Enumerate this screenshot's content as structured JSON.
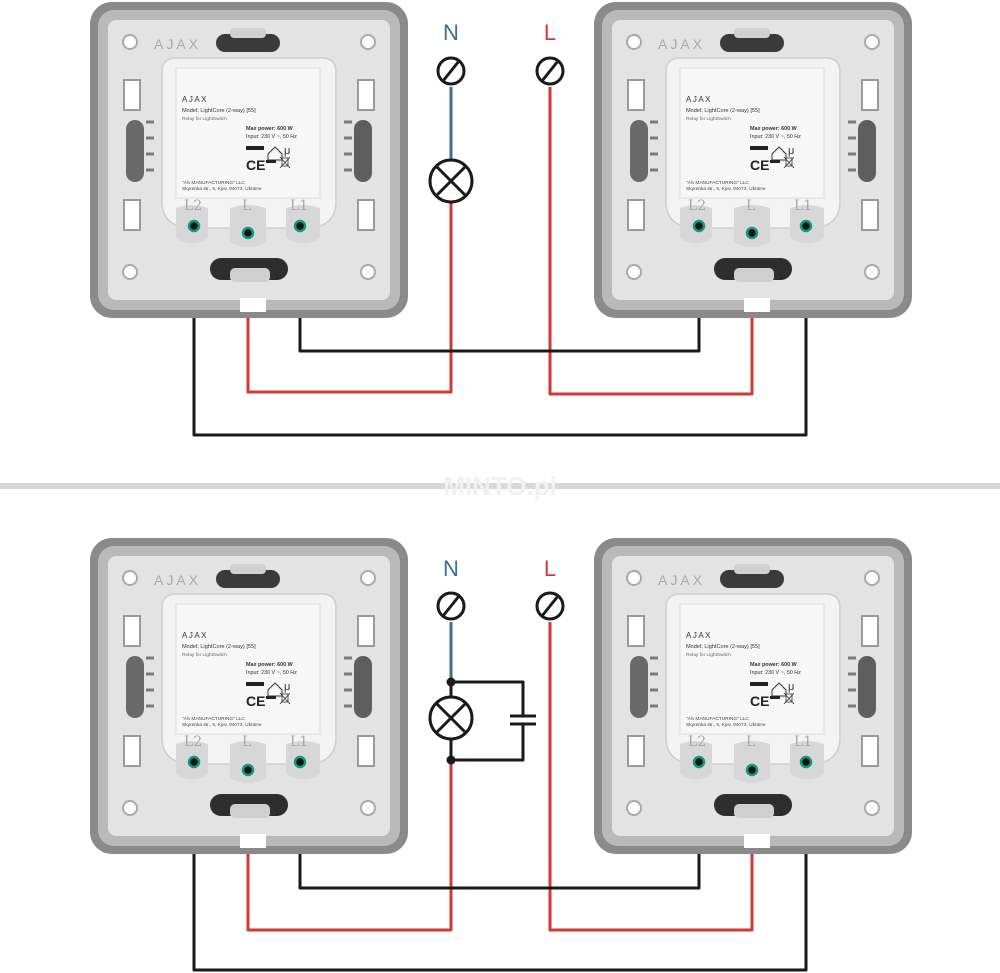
{
  "colors": {
    "neutral_wire": "#3d6f96",
    "live_wire": "#d23a33",
    "black_wire": "#1a1a1a",
    "frame_outer": "#8a8a8a",
    "frame_inner": "#b9b9b9",
    "plate": "#e3e3e3",
    "module": "#f3f3f3",
    "terminal_ring": "#0f9a82",
    "divider": "#d8d8d8"
  },
  "supply": {
    "neutral_label": "N",
    "live_label": "L"
  },
  "device": {
    "brand": "AJAX",
    "model_line": "Model: LightCore (2-way) [55]",
    "subtitle": "Relay for LightSwitch",
    "max_power": "Max power: 600 W",
    "input": "Input: 230 V ~, 50 Hz",
    "ce_mark": "CE",
    "micro_mark": "μ",
    "manufacturer": "“AS MANUFACTURING” LLC",
    "address": "Skyrenka str., 5, Kyiv, 04073, Ukraine",
    "terminals": [
      "L2",
      "L",
      "L1"
    ]
  },
  "watermark": "MINTO.pl",
  "diagrams": [
    {
      "name": "without-capacitor",
      "has_capacitor": false
    },
    {
      "name": "with-capacitor",
      "has_capacitor": true
    }
  ],
  "icons": [
    "terminal-symbol-icon",
    "lamp-icon",
    "capacitor-icon",
    "house-icon",
    "weee-bin-icon"
  ]
}
